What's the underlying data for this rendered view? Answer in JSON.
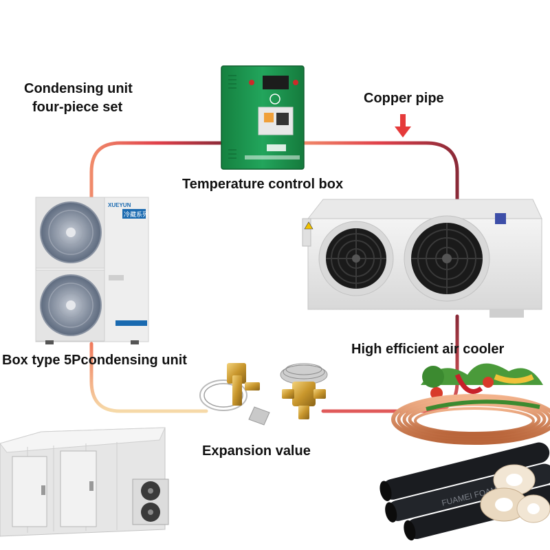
{
  "labels": {
    "condensing_set_line1": "Condensing unit",
    "condensing_set_line2": "four-piece set",
    "copper_pipe": "Copper pipe",
    "temp_control_box": "Temperature control box",
    "box_type_unit": "Box type 5Pcondensing unit",
    "air_cooler": "High efficient air cooler",
    "expansion_valve": "Expansion value"
  },
  "device_text": {
    "condenser_brand": "XUEYUN",
    "condenser_series": "冷藏系列",
    "insulation_brand": "FUAMEI FOAM"
  },
  "colors": {
    "pipe_start": "#f07a5c",
    "pipe_mid": "#e0404a",
    "pipe_dark": "#8a2a38",
    "pipe_light": "#f6d9a8",
    "control_box": "#1e9a55",
    "arrow": "#e53a3a"
  }
}
